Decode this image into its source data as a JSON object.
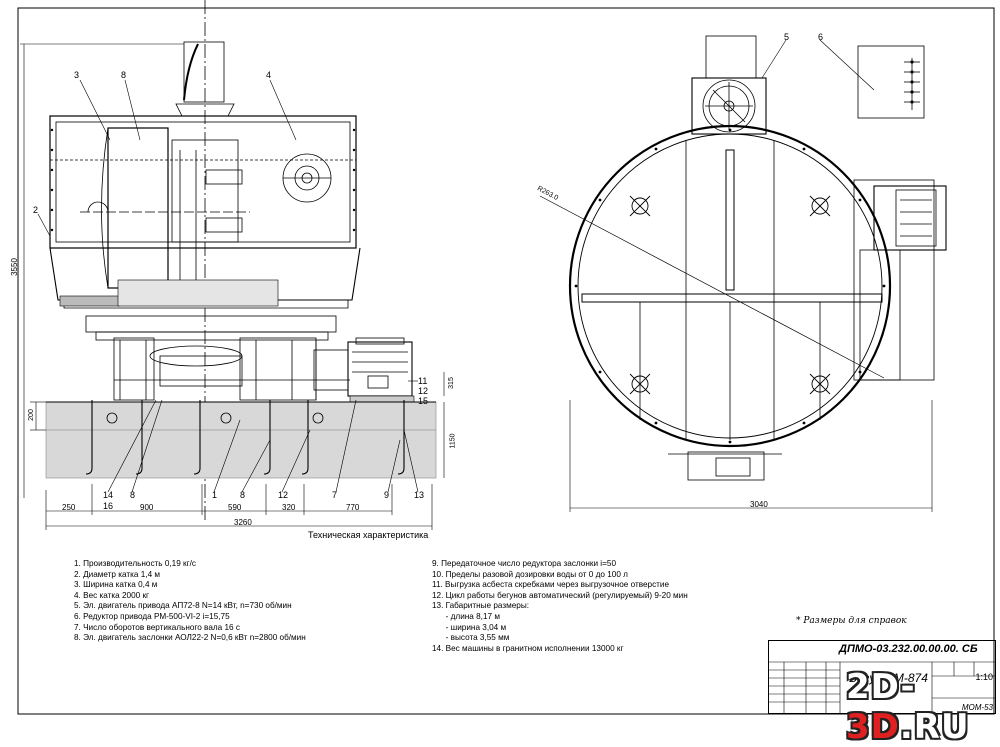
{
  "callouts_side": [
    "1",
    "2",
    "3",
    "4",
    "8",
    "11",
    "12",
    "13",
    "14",
    "15",
    "16"
  ],
  "callouts_top": [
    "5",
    "6"
  ],
  "dimensions": {
    "height_total": "3550",
    "height_block": "1150",
    "h315": "315",
    "h200": "200",
    "w250": "250",
    "w900": "900",
    "w590": "590",
    "w320": "320",
    "w770": "770",
    "w3260": "3260",
    "w3040": "3040",
    "radius": "R263.0"
  },
  "spec_title": "Техническая характеристика",
  "specs_left": [
    "1.  Производительность 0,19 кг/с",
    "2.  Диаметр катка 1,4 м",
    "3.  Ширина катка 0,4 м",
    "4.  Вес катка 2000 кг",
    "5.  Эл. двигатель привода АП72-8 N=14 кВт, n=730 об/мин",
    "6.  Редуктор привода РМ-500-VI-2 i=15,75",
    "7.  Число оборотов вертикального вала 16 с",
    "8.  Эл. двигатель заслонки АОЛ22-2 N=0,6 кВт n=2800 об/мин"
  ],
  "specs_right": [
    "9.  Передаточное число редуктора заслонки i=50",
    "10. Пределы разовой дозировки воды от 0 до 100 л",
    "11. Выгрузка асбеста скребками через выгрузочное отверстие",
    "12. Цикл работы бегунов автоматический (регулируемый) 9-20 мин",
    "13. Габаритные размеры:",
    "      - длина 8,17 м",
    "      - ширина 3,04 м",
    "      - высота 3,55 мм",
    "14. Вес машины в гранитном исполнении 13000 кг"
  ],
  "note": "* Размеры для справок",
  "title_block": {
    "code": "ДПМО-03.232.00.00.00. СБ",
    "name": "Бегун СМ-874",
    "sheet": "1:10",
    "org": "МОМ-53"
  },
  "watermark": {
    "part1": "2D-",
    "part2": "3D",
    "part3": ".RU"
  }
}
